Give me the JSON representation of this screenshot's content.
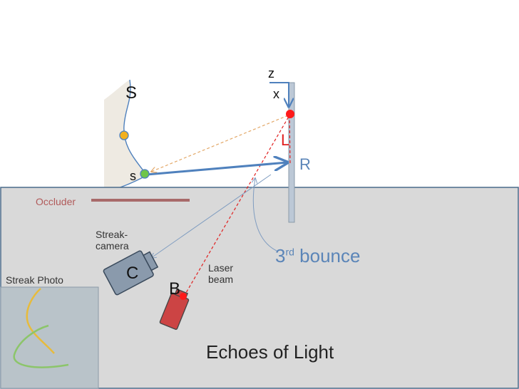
{
  "labels": {
    "S": "S",
    "s": "s",
    "z": "z",
    "x": "x",
    "L": "L",
    "R": "R",
    "occluder": "Occluder",
    "streak_camera": "Streak-\ncamera",
    "C": "C",
    "B": "B",
    "laser_beam": "Laser\nbeam",
    "bounce_num": "3",
    "bounce_sup": "rd",
    "bounce_word": " bounce",
    "streak_photo": "Streak Photo",
    "footer": "Echoes of Light"
  },
  "colors": {
    "floor": "#d9d9d9",
    "floor_border": "#4a6a8a",
    "scene_object": "#eeeae2",
    "occluder": "#a86a6a",
    "wall": "#bcc8d6",
    "laser": "#e02020",
    "laser_device": "#cc4444",
    "camera_body": "#8a9aac",
    "ray_blue": "#4f81bd",
    "ray_orange": "#e3a868",
    "point_orange": "#f2b01e",
    "point_green": "#6fc54a",
    "bounce_text": "#5b85b8",
    "occluder_text": "#b15a5a",
    "photo_bg": "#b9c3c9",
    "photo_curve_orange": "#e7bb3c",
    "photo_curve_green": "#8cc56a"
  }
}
